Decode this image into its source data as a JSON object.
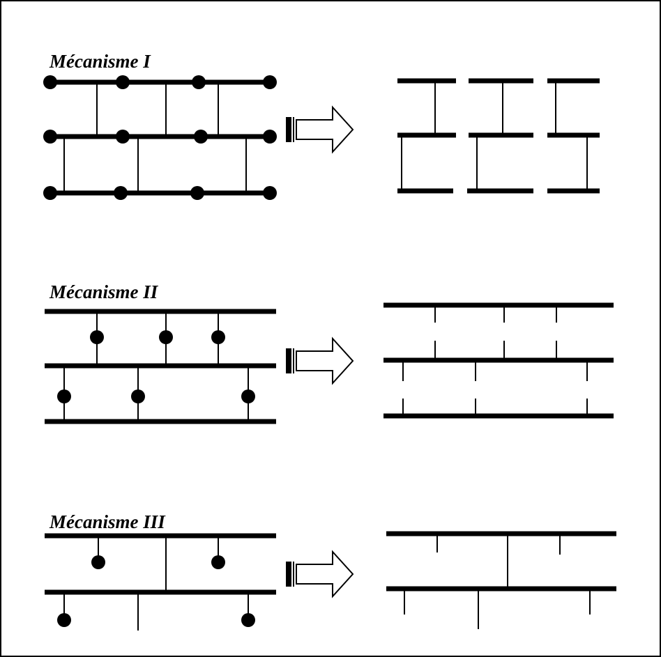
{
  "mechanisms": [
    {
      "title": "Mécanisme I"
    },
    {
      "title": "Mécanisme II"
    },
    {
      "title": "Mécanisme III"
    }
  ],
  "colors": {
    "ink": "#000000",
    "background": "#ffffff"
  },
  "icons": {
    "transition_arrow": "outline-right-arrow-icon"
  }
}
